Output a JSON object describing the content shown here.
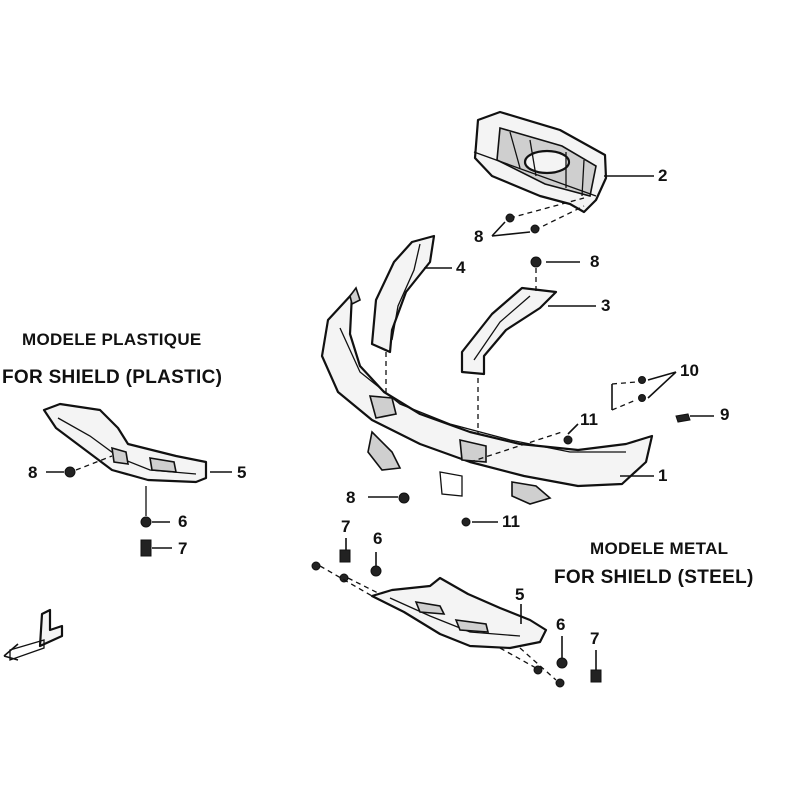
{
  "captions": {
    "plastic_fr": "MODELE PLASTIQUE",
    "plastic_en": "FOR SHIELD (PLASTIC)",
    "metal_fr": "MODELE METAL",
    "metal_en": "FOR SHIELD (STEEL)"
  },
  "callouts": {
    "bumper": "1",
    "grille": "2",
    "right_guard": "3",
    "left_guard": "4",
    "plastic_shield": "5",
    "steel_shield": "5",
    "washer_plastic": "6",
    "bolt_plastic": "7",
    "washer_steel_left": "6",
    "washer_steel_right": "6",
    "bolt_steel_left": "7",
    "bolt_steel_right": "7",
    "screw_grille": "8",
    "screw_guard": "8",
    "screw_bumper": "8",
    "screw_plastic_shield": "8",
    "clip": "9",
    "nut_pair": "10",
    "nut_upper": "11",
    "nut_lower": "11"
  },
  "icons": {
    "front_arrow": "front-direction-arrow-icon"
  }
}
